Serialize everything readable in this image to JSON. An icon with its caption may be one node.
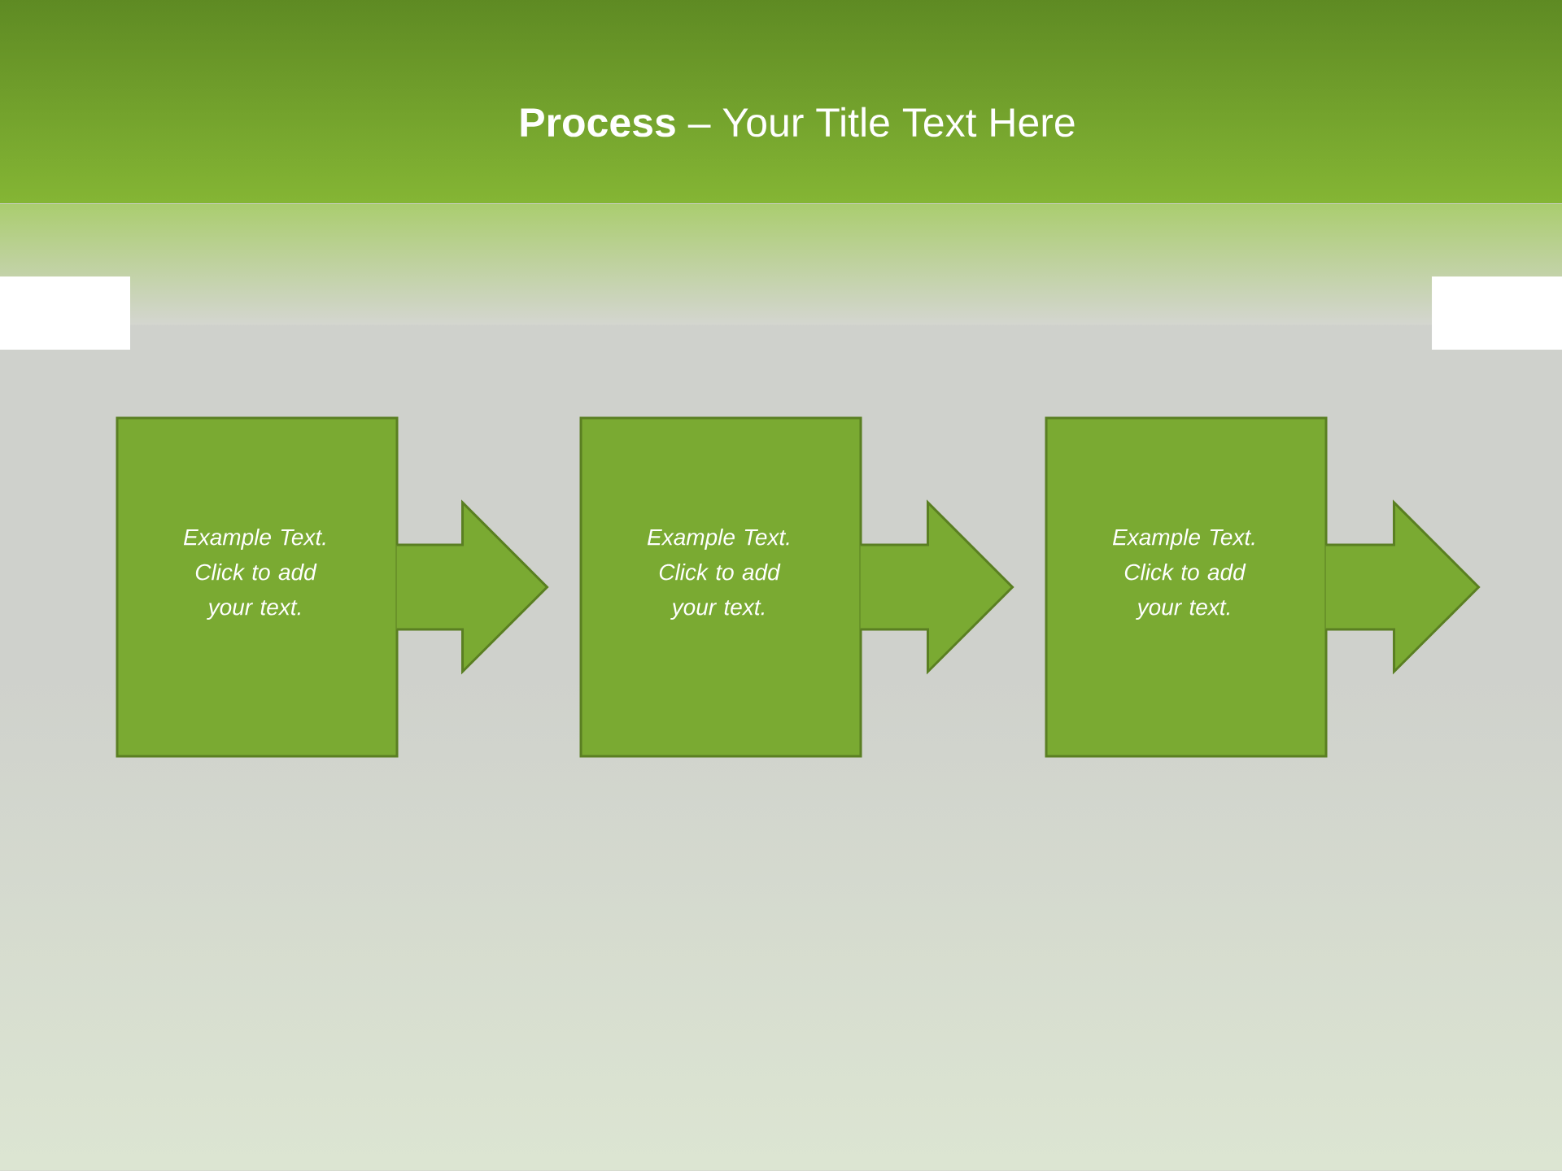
{
  "diagram": {
    "title": "**Process** – Your Title Text Here",
    "nodes": [
      {
        "text": [
          "Example Text. Click to add your text."
        ]
      },
      {
        "text": [
          "Example Text. Click to add your text."
        ]
      },
      {
        "text": [
          "Example Text. Click to add your text."
        ]
      }
    ],
    "edges": [
      {
        "from": 0,
        "to": 1,
        "arrow": "to"
      },
      {
        "from": 1,
        "to": 2,
        "arrow": "to"
      },
      {
        "from": 2,
        "to": null,
        "arrow": "to"
      }
    ]
  }
}
